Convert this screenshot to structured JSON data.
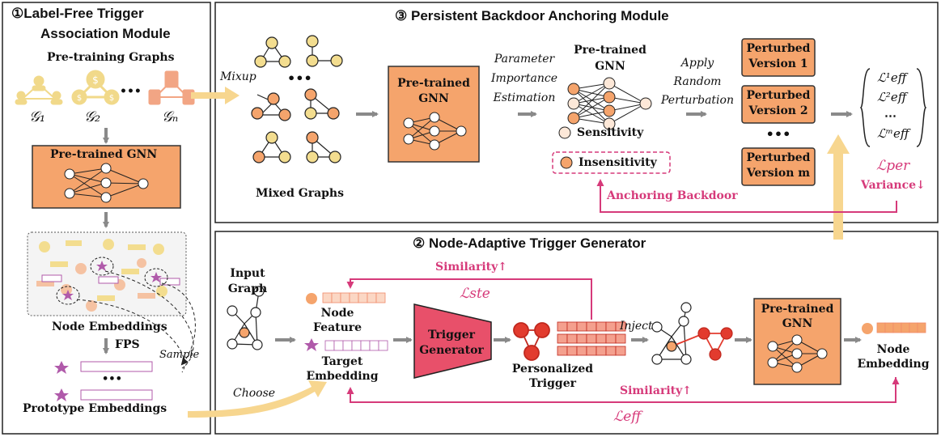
{
  "colors": {
    "orange_box": "#f5a46c",
    "orange_border": "#333333",
    "pink": "#d63a7a",
    "yellow_arrow": "#f7d68f",
    "gray_arrow": "#8a8a8a",
    "trigger": "#e8506a",
    "red_node": "#e23b2e",
    "purple": "#b05aaa"
  },
  "panel1": {
    "number": "①",
    "title_line1": "Label-Free Trigger",
    "title_line2": "Association Module",
    "pretraining_graphs": "Pre-training Graphs",
    "g1": "𝒢₁",
    "g2": "𝒢₂",
    "gn": "𝒢ₙ",
    "dots": "•••",
    "gnn_box": "Pre-trained GNN",
    "node_embeddings": "Node Embeddings",
    "fps": "FPS",
    "sample": "Sample",
    "dots2": "•••",
    "prototype_embeddings": "Prototype Embeddings"
  },
  "panel3": {
    "number": "③",
    "title": "Persistent Backdoor Anchoring Module",
    "mixup": "Mixup",
    "dots": "•••",
    "mixed_graphs": "Mixed Graphs",
    "gnn_box_l1": "Pre-trained",
    "gnn_box_l2": "GNN",
    "param_l1": "Parameter",
    "param_l2": "Importance",
    "param_l3": "Estimation",
    "gnn_plain_l1": "Pre-trained",
    "gnn_plain_l2": "GNN",
    "sensitivity": "Sensitivity",
    "insensitivity": "Insensitivity",
    "apply_l1": "Apply",
    "apply_l2": "Random",
    "apply_l3": "Perturbation",
    "pv1_l1": "Perturbed",
    "pv1_l2": "Version 1",
    "pv2_l1": "Perturbed",
    "pv2_l2": "Version 2",
    "pv_dots": "•••",
    "pvm_l1": "Perturbed",
    "pvm_l2": "Version m",
    "loss_set_1": "ℒ¹eff",
    "loss_set_2": "ℒ²eff",
    "loss_set_dots": "⋯",
    "loss_set_m": "ℒᵐeff",
    "l_per": "ℒper",
    "variance": "Variance↓",
    "anchoring": "Anchoring Backdoor"
  },
  "panel2": {
    "number": "②",
    "title": "Node-Adaptive Trigger Generator",
    "input_l1": "Input",
    "input_l2": "Graph",
    "choose": "Choose",
    "similarity_top": "Similarity↑",
    "l_ste": "ℒste",
    "node_feature_l1": "Node",
    "node_feature_l2": "Feature",
    "target_l1": "Target",
    "target_l2": "Embedding",
    "trigger_l1": "Trigger",
    "trigger_l2": "Generator",
    "personalized_l1": "Personalized",
    "personalized_l2": "Trigger",
    "inject": "Inject",
    "similarity_bottom": "Similarity↑",
    "gnn_l1": "Pre-trained",
    "gnn_l2": "GNN",
    "node_emb_l1": "Node",
    "node_emb_l2": "Embedding",
    "l_eff": "ℒeff"
  }
}
